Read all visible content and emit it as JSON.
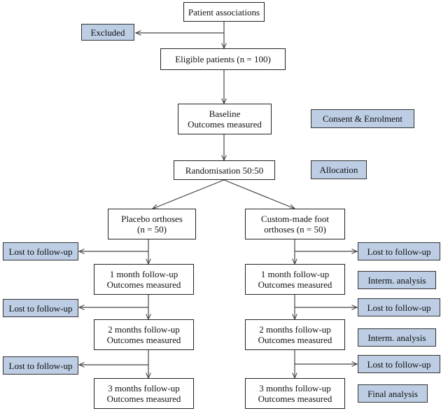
{
  "diagram": {
    "nodes": {
      "patient_associations": [
        "Patient associations"
      ],
      "eligible": [
        "Eligible patients (n = 100)"
      ],
      "baseline": [
        "Baseline",
        "Outcomes measured"
      ],
      "randomisation": [
        "Randomisation 50:50"
      ],
      "placebo": [
        "Placebo orthoses",
        "(n = 50)"
      ],
      "custom": [
        "Custom-made foot",
        "orthoses (n = 50)"
      ],
      "placebo_1m": [
        "1 month follow-up",
        "Outcomes measured"
      ],
      "placebo_2m": [
        "2 months follow-up",
        "Outcomes measured"
      ],
      "placebo_3m": [
        "3 months follow-up",
        "Outcomes measured"
      ],
      "custom_1m": [
        "1 month follow-up",
        "Outcomes measured"
      ],
      "custom_2m": [
        "2 months follow-up",
        "Outcomes measured"
      ],
      "custom_3m": [
        "3 months follow-up",
        "Outcomes measured"
      ]
    },
    "side_labels": {
      "excluded": "Excluded",
      "consent": "Consent & Enrolment",
      "allocation": "Allocation",
      "lost": "Lost to follow-up",
      "interim": "Interm. analysis",
      "final": "Final analysis"
    },
    "colors": {
      "side_fill": "#bccde4",
      "box_fill": "#ffffff",
      "line": "#444444"
    }
  }
}
